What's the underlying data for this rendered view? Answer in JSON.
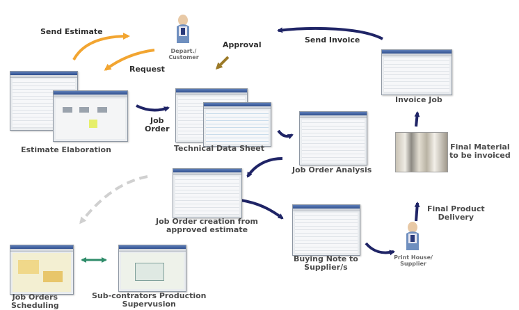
{
  "nodes": {
    "depart_customer": "Depart./\nCustomer",
    "print_house": "Print House/\nSupplier",
    "estimate": "Estimate Elaboration",
    "technical": "Technical Data Sheet",
    "analysis": "Job Order Analysis",
    "invoice_job": "Invoice Job",
    "final_material": "Final Material\nto be invoiced",
    "creation": "Job Order creation from\napproved estimate",
    "buying": "Buying Note to\nSupplier/s",
    "final_delivery": "Final Product\nDelivery",
    "scheduling": "Job Orders\nScheduling",
    "subcontractors": "Sub-contrators Production\nSupervusion"
  },
  "edges": {
    "send_estimate": "Send Estimate",
    "request": "Request",
    "approval": "Approval",
    "send_invoice": "Send Invoice",
    "job_order": "Job\nOrder"
  },
  "colors": {
    "navy_arrow": "#1f2466",
    "orange_arrow": "#f2a531",
    "olive_arrow": "#9c7a28",
    "green_arrow": "#2f8c6a",
    "gray_dashed": "#c8c8c8",
    "label": "#4a4a4a"
  }
}
